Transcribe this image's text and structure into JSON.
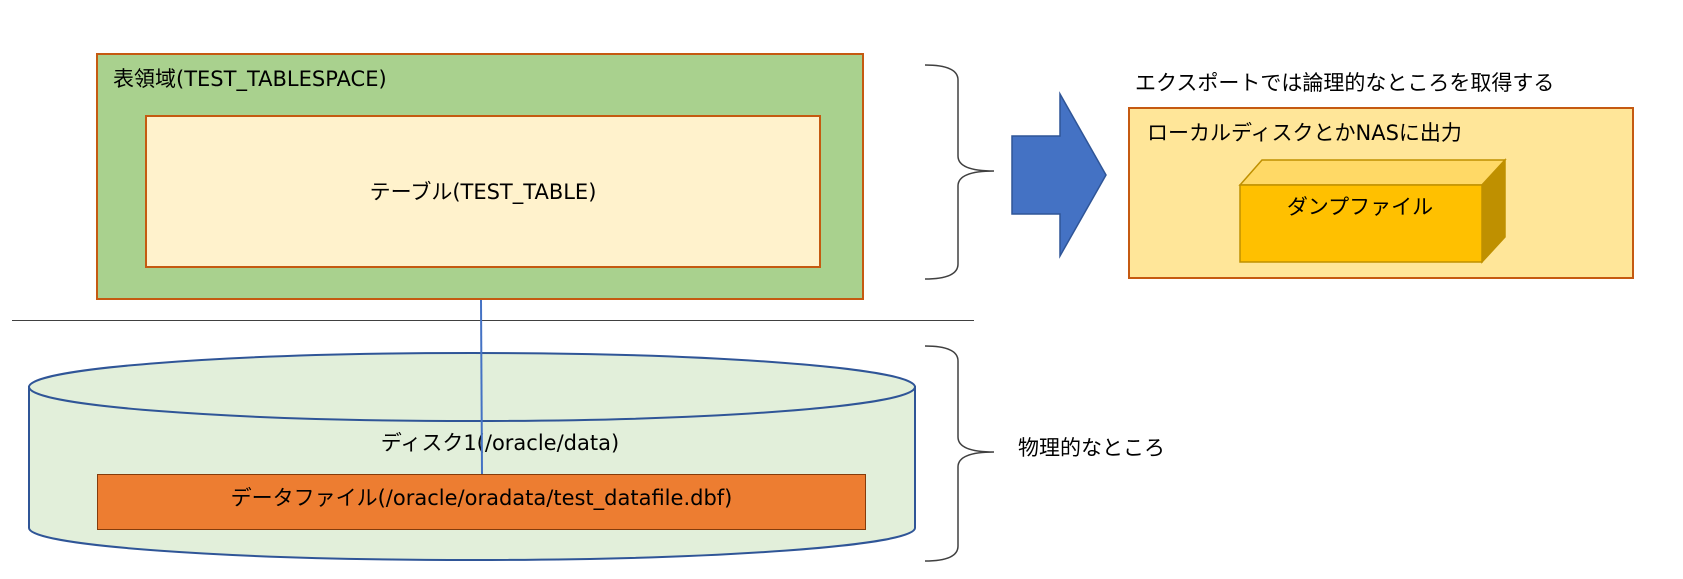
{
  "logical": {
    "tablespace_label": "表領域(TEST_TABLESPACE)",
    "table_label": "テーブル(TEST_TABLE)"
  },
  "physical": {
    "disk_label": "ディスク1(/oracle/data)",
    "datafile_label": "データファイル(/oracle/oradata/test_datafile.dbf)",
    "caption": "物理的なところ"
  },
  "export": {
    "caption": "エクスポートでは論理的なところを取得する",
    "local_label": "ローカルディスクとかNASに出力",
    "dump_label": "ダンプファイル"
  },
  "colors": {
    "tablespace_fill": "#a9d18e",
    "table_fill": "#fff2cc",
    "box_border": "#c55a11",
    "disk_fill": "#e2efda",
    "disk_stroke": "#2f5597",
    "datafile_fill": "#ed7d31",
    "arrow_fill": "#4472c4",
    "local_fill": "#ffe699",
    "dump_front": "#ffc000",
    "dump_top": "#ffd966",
    "dump_side": "#bf9000"
  }
}
